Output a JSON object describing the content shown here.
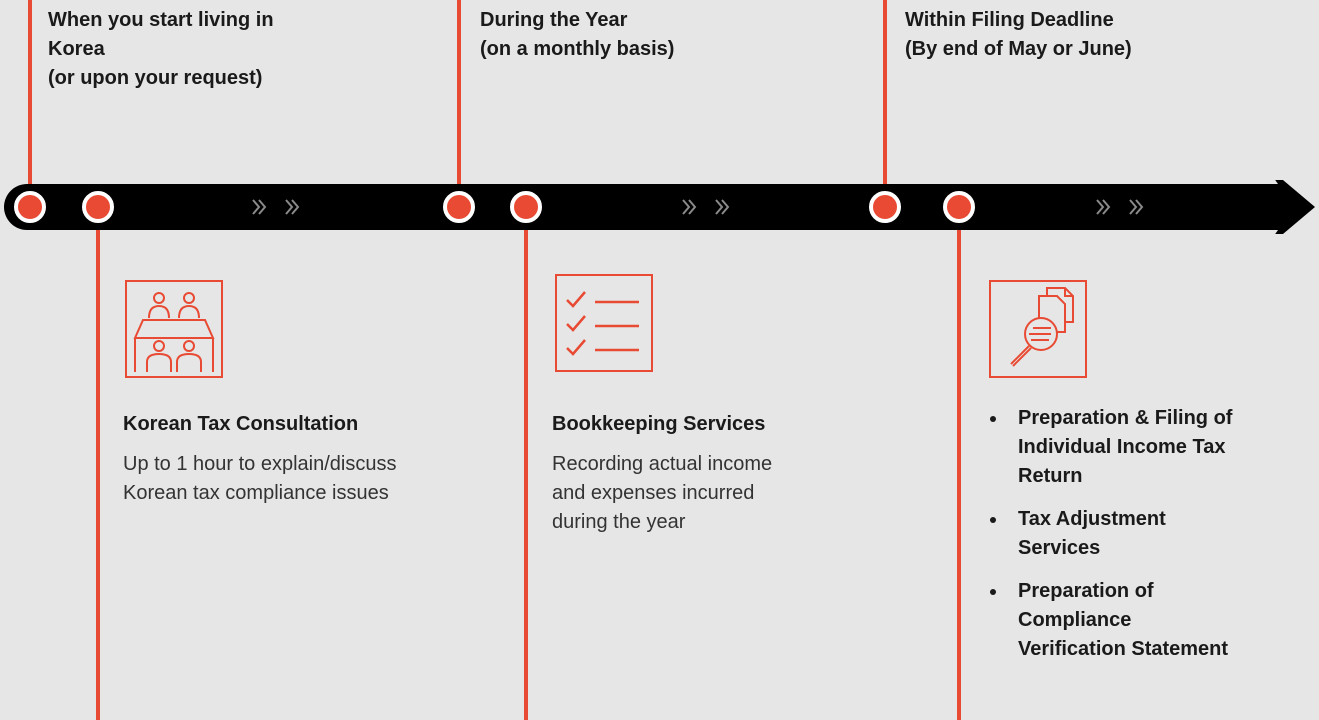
{
  "stages": [
    {
      "label": "When you start living in\nKorea\n(or upon your request)"
    },
    {
      "label": "During the Year\n(on a monthly basis)"
    },
    {
      "label": "Within Filing Deadline\n(By end of May or June)"
    }
  ],
  "timeline": {
    "arrow_glyph": "»»",
    "bar_color": "#000000",
    "accent_color": "#e84a33",
    "background_color": "#e6e6e6"
  },
  "services": [
    {
      "icon": "meeting-people-icon",
      "title": "Korean Tax Consultation",
      "description": "Up to 1 hour to explain/discuss\nKorean tax compliance issues"
    },
    {
      "icon": "checklist-icon",
      "title": "Bookkeeping Services",
      "description": "Recording actual income\nand expenses incurred\nduring the year"
    },
    {
      "icon": "document-magnifier-icon",
      "bullets": [
        "Preparation & Filing of\nIndividual Income Tax\nReturn",
        "Tax Adjustment\nServices",
        "Preparation of\nCompliance\nVerification Statement"
      ]
    }
  ]
}
